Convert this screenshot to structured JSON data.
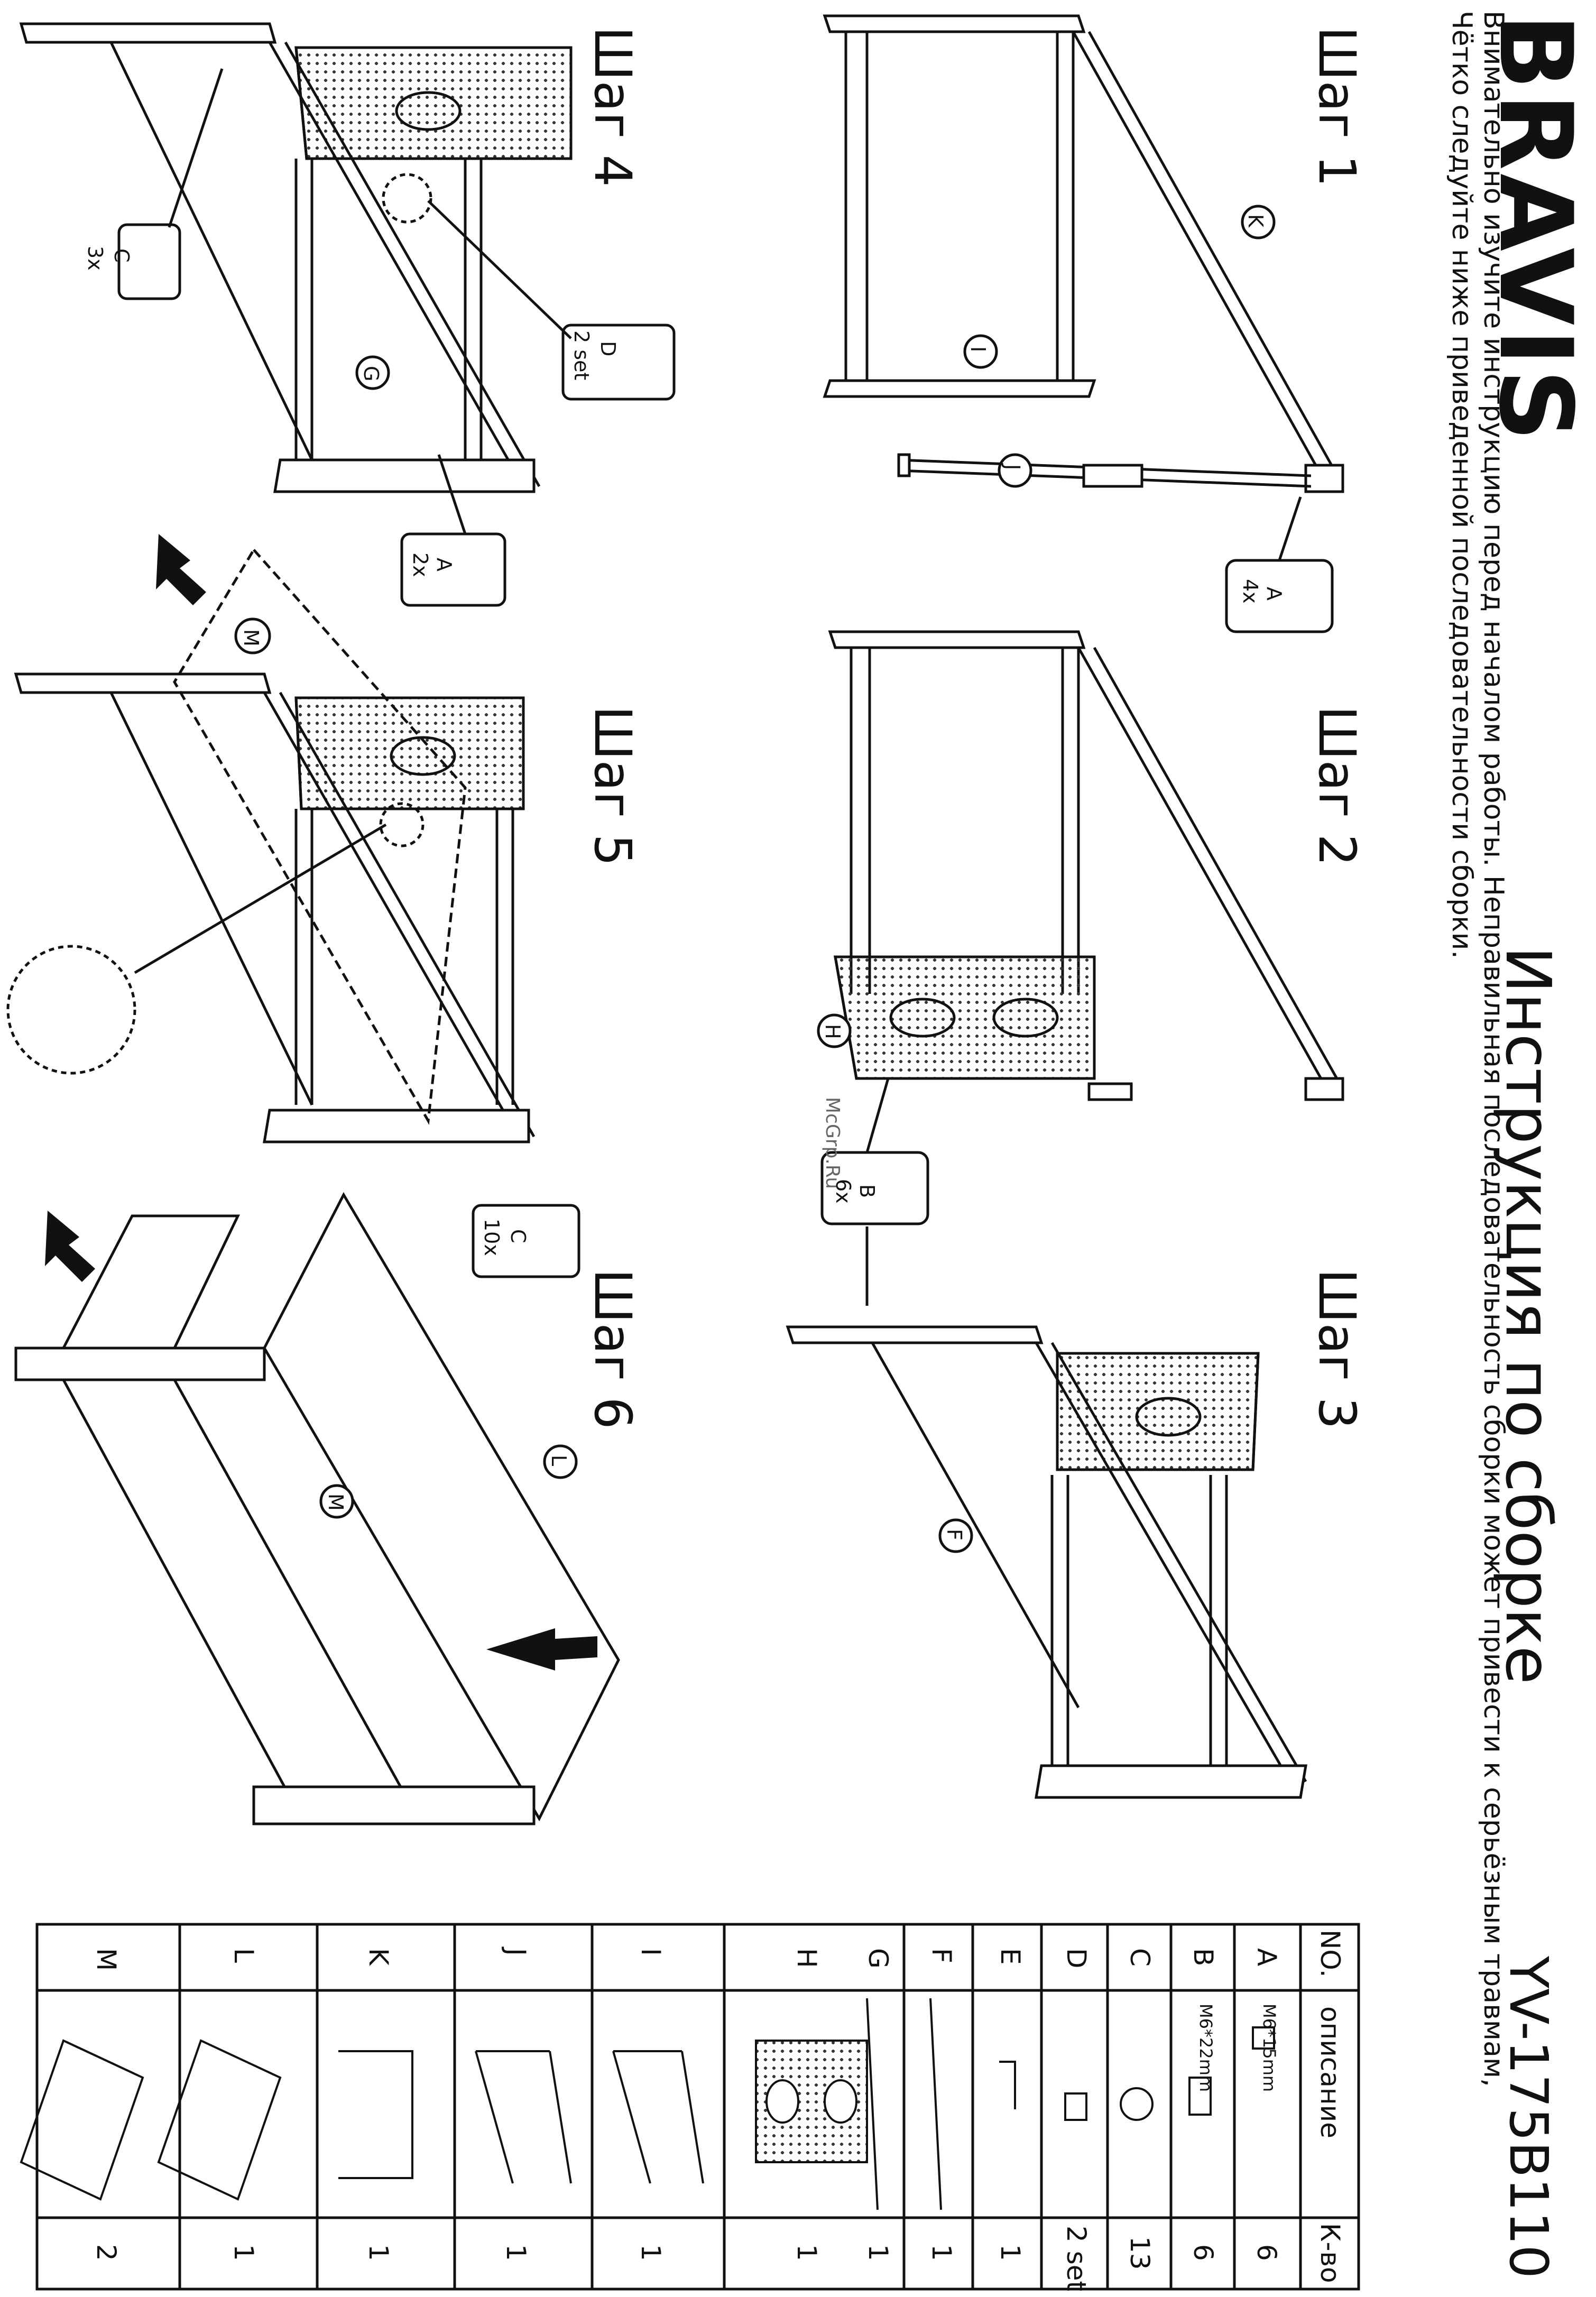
{
  "brand": "BRAVIS",
  "title": "Инструкция по сборке",
  "model": "YV-175B110",
  "intro": [
    "Внимательно изучите инструкцию перед началом работы.  Неправильная последовательность сборки может привести к серьёзным травмам,",
    "Чётко следуйте ниже приведенной последовательности сборки."
  ],
  "watermark": "McGrp.Ru",
  "steps": [
    "Шаг 1",
    "Шаг 2",
    "Шаг 3",
    "Шаг 4",
    "Шаг 5",
    "Шаг 6"
  ],
  "callouts": {
    "s1_a": {
      "letter": "A",
      "qty": "4x"
    },
    "s2_b": {
      "letter": "B",
      "qty": "6x"
    },
    "s4_c": {
      "letter": "C",
      "qty": "3x"
    },
    "s4_d": {
      "letter": "D",
      "qty": "2 set"
    },
    "s4_a": {
      "letter": "A",
      "qty": "2x"
    },
    "s5_c": {
      "letter": "C",
      "qty": "10x"
    }
  },
  "labels": {
    "s1": [
      "K",
      "I",
      "J"
    ],
    "s2": [
      "H"
    ],
    "s3": [
      "F"
    ],
    "s4": [
      "G"
    ],
    "s5": [
      "M"
    ],
    "s6": [
      "L",
      "M"
    ]
  },
  "parts_table": {
    "headers": [
      "NO.",
      "описание",
      "К-во"
    ],
    "rows": [
      {
        "no": "A",
        "desc": "M6*15mm",
        "qty": "6"
      },
      {
        "no": "B",
        "desc": "M6*22mm",
        "qty": "6"
      },
      {
        "no": "C",
        "desc": "",
        "qty": "13"
      },
      {
        "no": "D",
        "desc": "",
        "qty": "2 set"
      },
      {
        "no": "E",
        "desc": "",
        "qty": "1"
      },
      {
        "no": "F",
        "desc": "",
        "qty": "1"
      },
      {
        "no": "G",
        "desc": "",
        "qty": "1"
      },
      {
        "no": "H",
        "desc": "",
        "qty": "1"
      },
      {
        "no": "I",
        "desc": "",
        "qty": "1"
      },
      {
        "no": "J",
        "desc": "",
        "qty": "1"
      },
      {
        "no": "K",
        "desc": "",
        "qty": "1"
      },
      {
        "no": "L",
        "desc": "",
        "qty": "1"
      },
      {
        "no": "M",
        "desc": "",
        "qty": "2"
      }
    ]
  }
}
